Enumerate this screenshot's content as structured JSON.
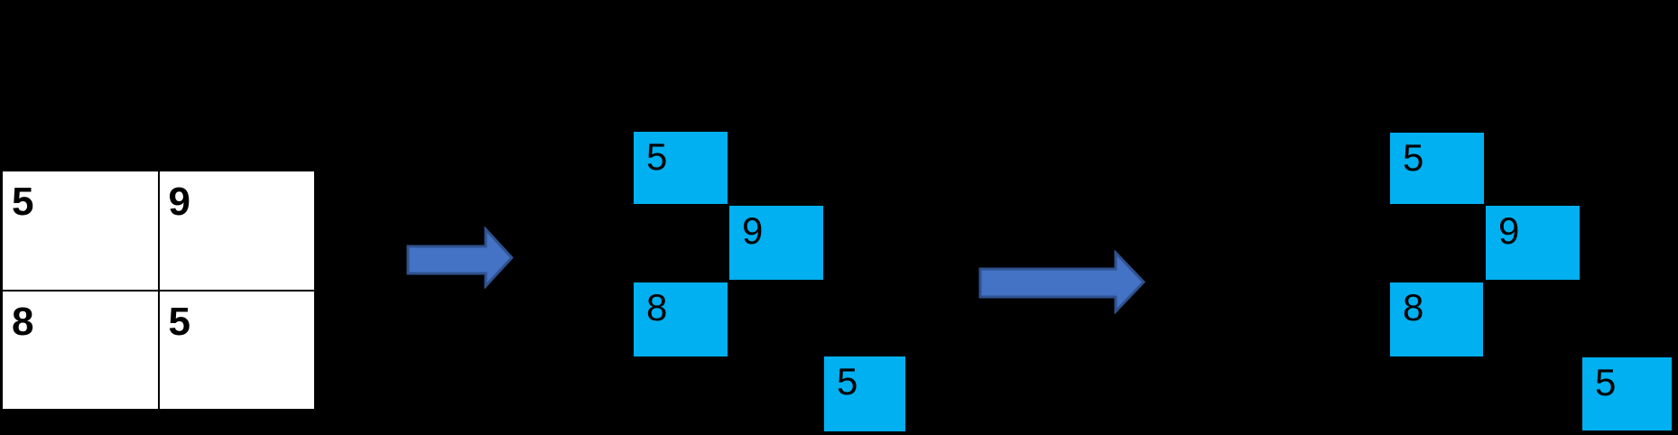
{
  "diagram": {
    "description": "2x2 matrix transformed into a diagonally staggered block layout, repeated after a second step",
    "table": {
      "rows": [
        {
          "cells": [
            {
              "value": "5"
            },
            {
              "value": "9"
            }
          ]
        },
        {
          "cells": [
            {
              "value": "8"
            },
            {
              "value": "5"
            }
          ]
        }
      ]
    },
    "arrows": [
      {
        "name": "transform-step-1",
        "direction": "right"
      },
      {
        "name": "transform-step-2",
        "direction": "right"
      }
    ],
    "blocks": {
      "first": [
        {
          "value": "5",
          "row": 0,
          "col": 0
        },
        {
          "value": "9",
          "row": 1,
          "col": 1
        },
        {
          "value": "8",
          "row": 2,
          "col": 0
        },
        {
          "value": "5",
          "row": 3,
          "col": 2
        }
      ],
      "second": [
        {
          "value": "5",
          "row": 0,
          "col": 0
        },
        {
          "value": "9",
          "row": 1,
          "col": 1
        },
        {
          "value": "8",
          "row": 2,
          "col": 0
        },
        {
          "value": "5",
          "row": 3,
          "col": 2
        }
      ]
    },
    "colors": {
      "background": "#000000",
      "table_cell_fill": "#FFFFFF",
      "table_gridline": "#000000",
      "block_fill": "#00B0F0",
      "arrow_fill": "#4472C4",
      "arrow_border": "#2F528F",
      "text": "#000000"
    }
  }
}
